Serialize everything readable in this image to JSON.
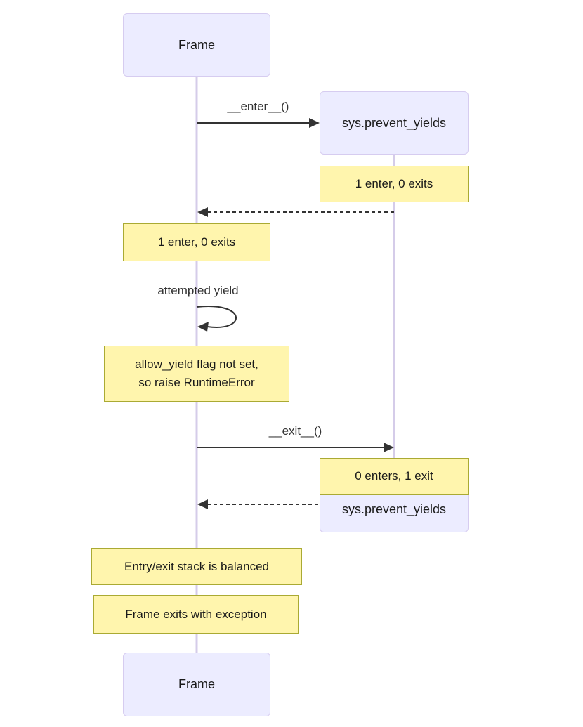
{
  "diagram": {
    "type": "sequence-diagram",
    "actors": {
      "frame": {
        "label": "Frame"
      },
      "sys": {
        "label": "sys.prevent_yields"
      }
    },
    "messages": {
      "enter": {
        "label": "__enter__()",
        "style": "solid",
        "from": "frame",
        "to": "sys"
      },
      "return_enter": {
        "label": "",
        "style": "dashed",
        "from": "sys",
        "to": "frame"
      },
      "self_yield": {
        "label": "attempted yield",
        "style": "self-loop",
        "from": "frame",
        "to": "frame"
      },
      "exit": {
        "label": "__exit__()",
        "style": "solid",
        "from": "frame",
        "to": "sys"
      },
      "return_exit": {
        "label": "",
        "style": "dashed",
        "from": "sys",
        "to": "frame"
      }
    },
    "notes": {
      "right_enter": "1 enter, 0 exits",
      "left_enter": "1 enter, 0 exits",
      "allow_yield": "allow_yield flag not set,\nso raise RuntimeError",
      "right_exit": "0 enters, 1 exit",
      "balanced": "Entry/exit stack is balanced",
      "frame_exits": "Frame exits with exception"
    },
    "colors": {
      "actor_fill": "#ECECFF",
      "actor_border": "#d6ccf0",
      "note_fill": "#FFF5AD",
      "note_border": "#AAAA33",
      "lifeline": "#d5cce9",
      "arrow": "#333333",
      "msg_text": "#333333",
      "text": "#1a1a1a"
    }
  }
}
